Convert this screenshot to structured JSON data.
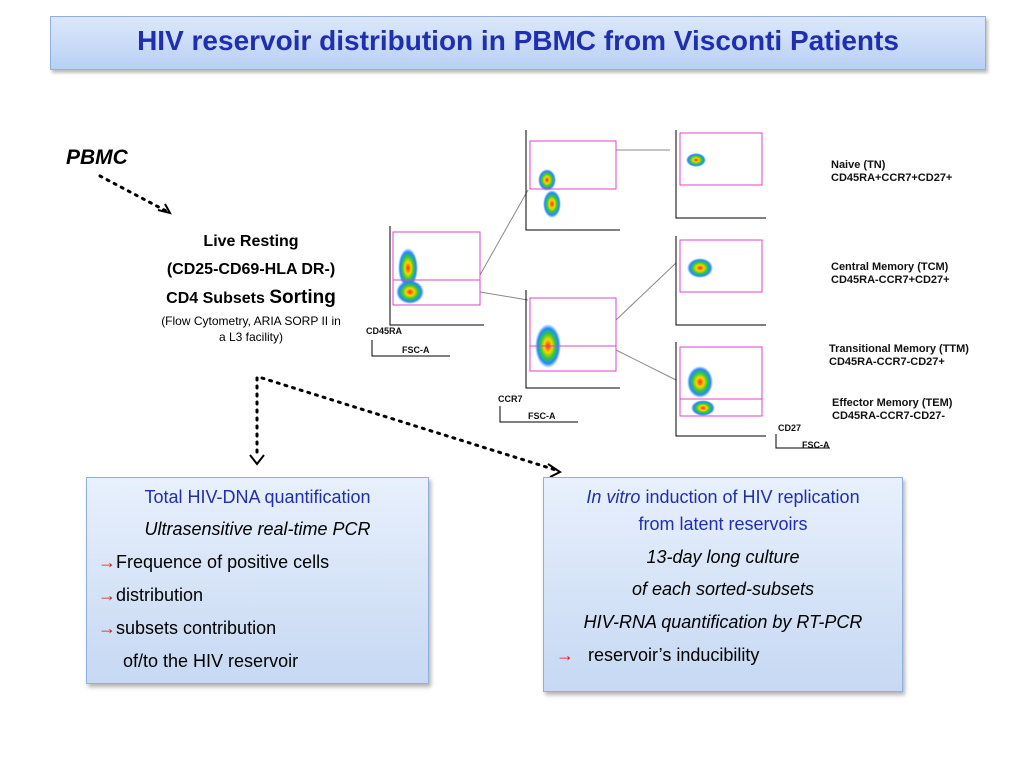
{
  "title": "HIV reservoir distribution in PBMC from Visconti Patients",
  "pbmc_label": "PBMC",
  "sorting": {
    "line1": "Live Resting",
    "line2": "(CD25-CD69-HLA DR-)",
    "line3_prefix": "CD4 Subsets",
    "line3_big": "Sorting",
    "note1": "(Flow Cytometry, ARIA SORP II in",
    "note2": "a L3 facility)"
  },
  "axis_labels": {
    "plot1_y": "CD45RA",
    "plot1_x": "FSC-A",
    "plot2_y": "CCR7",
    "plot2_x": "FSC-A",
    "plot3_y": "CD27",
    "plot3_x": "FSC-A"
  },
  "populations": [
    {
      "name": "Naive (TN)",
      "phenotype": "CD45RA+CCR7+CD27+"
    },
    {
      "name": "Central Memory (TCM)",
      "phenotype": "CD45RA-CCR7+CD27+"
    },
    {
      "name": "Transitional Memory (TTM)",
      "phenotype": "CD45RA-CCR7-CD27+"
    },
    {
      "name": "Effector Memory (TEM)",
      "phenotype": "CD45RA-CCR7-CD27-"
    }
  ],
  "left_box": {
    "title": "Total HIV-DNA quantification",
    "subtitle": "Ultrasensitive real-time PCR",
    "arrow": "→",
    "item1": "Frequence of positive cells",
    "item2": "distribution",
    "item3": "subsets contribution",
    "item4": "of/to the HIV reservoir"
  },
  "right_box": {
    "title_italic": "In vitro",
    "title_rest": " induction of HIV replication",
    "title_line2": "from latent reservoirs",
    "line3": "13-day long culture",
    "line4": "of each sorted-subsets",
    "line5": "HIV-RNA quantification by RT-PCR",
    "arrow": "→",
    "line6": "reservoir’s inducibility"
  },
  "colors": {
    "title": "#1f2fae",
    "arrow": "#d71a1a",
    "gate": "#e040c8"
  }
}
